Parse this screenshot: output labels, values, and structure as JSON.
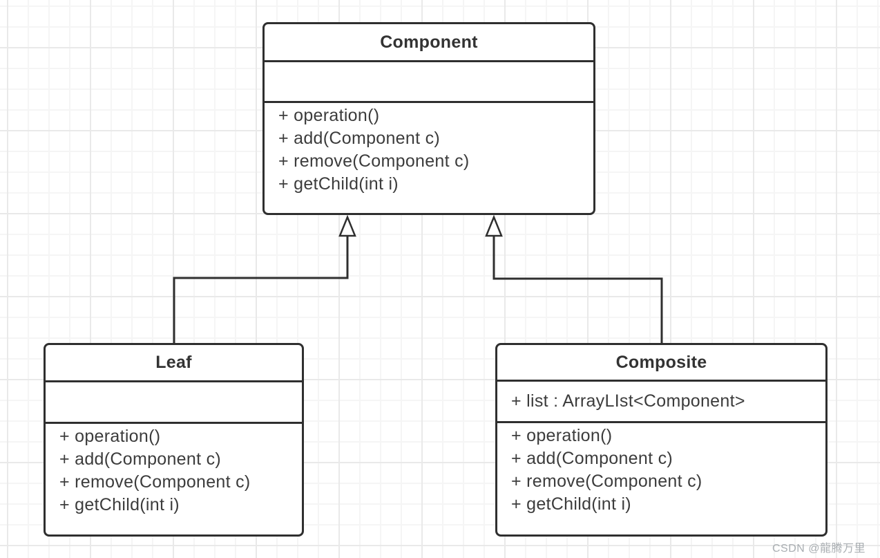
{
  "diagram": {
    "type": "uml-class-diagram",
    "pattern": "Composite",
    "classes": [
      {
        "id": "component",
        "name": "Component",
        "attributes": [],
        "methods": [
          "+ operation()",
          "+ add(Component c)",
          "+ remove(Component c)",
          "+ getChild(int i)"
        ]
      },
      {
        "id": "leaf",
        "name": "Leaf",
        "attributes": [],
        "methods": [
          "+ operation()",
          "+ add(Component c)",
          "+ remove(Component c)",
          "+ getChild(int i)"
        ]
      },
      {
        "id": "composite",
        "name": "Composite",
        "attributes": [
          "+ list : ArrayLIst<Component>"
        ],
        "methods": [
          "+ operation()",
          "+ add(Component c)",
          "+ remove(Component c)",
          "+ getChild(int i)"
        ]
      }
    ],
    "relations": [
      {
        "from": "Leaf",
        "to": "Component",
        "type": "generalization",
        "arrowhead": "hollow-triangle"
      },
      {
        "from": "Composite",
        "to": "Component",
        "type": "generalization",
        "arrowhead": "hollow-triangle"
      }
    ]
  },
  "watermark": {
    "text": "CSDN @龍腾万里"
  },
  "colors": {
    "background": "#ffffff",
    "grid_minor": "#f5f5f5",
    "grid_major": "#e9e9e9",
    "line": "#2f2f2f",
    "text": "#3c3c3c",
    "watermark": "#a9aeb2"
  }
}
